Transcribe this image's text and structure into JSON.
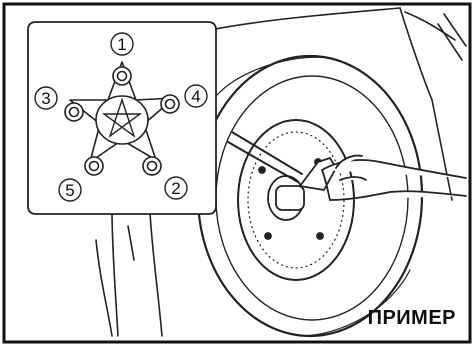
{
  "caption": "ПРИМЕР",
  "tightening_order": [
    {
      "number": "1",
      "position": "top"
    },
    {
      "number": "2",
      "position": "bottom-right"
    },
    {
      "number": "3",
      "position": "upper-left"
    },
    {
      "number": "4",
      "position": "upper-right"
    },
    {
      "number": "5",
      "position": "bottom-left"
    }
  ]
}
